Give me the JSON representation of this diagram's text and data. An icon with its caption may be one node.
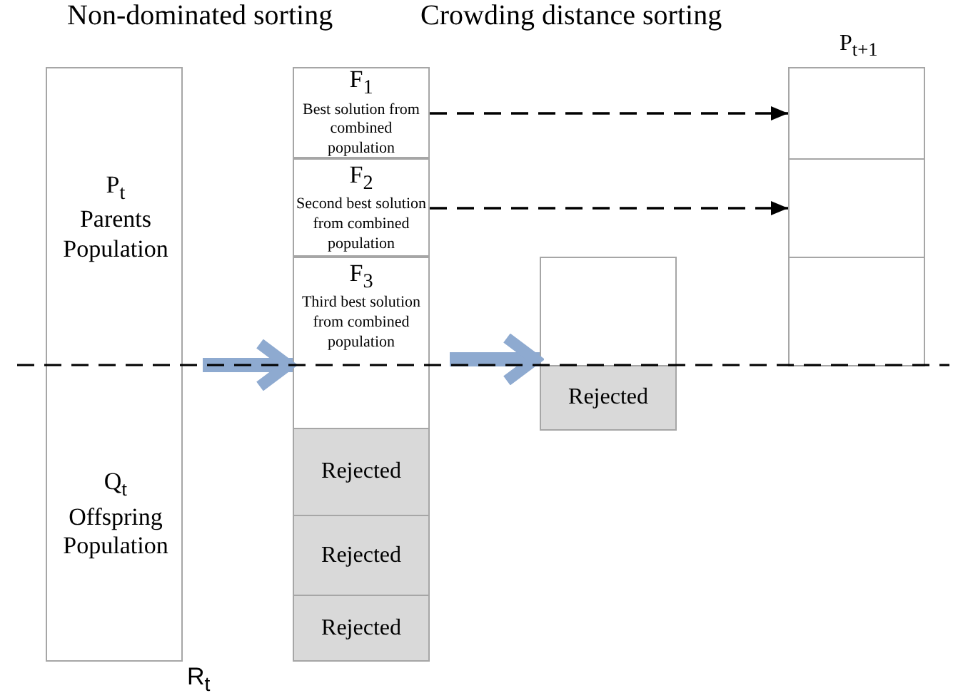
{
  "diagram": {
    "nodes": [
      {
        "text": [
          "R$_{t}$"
        ]
      },
      {
        "text": [
          "P$_{t}$",
          "Parents Population"
        ],
        "in": 0
      },
      {
        "text": [
          "Q$_{t}$",
          "Offspring Population"
        ],
        "in": 0
      },
      {
        "text": [
          "F$_{1}$",
          "Best solution from combined population"
        ]
      },
      {
        "text": [
          "F$_{2}$",
          "Second best solution from combined population"
        ]
      },
      {
        "text": [
          "F$_{3}$",
          "Third best solution from combined population"
        ]
      },
      {
        "text": [
          "Rejected"
        ]
      },
      {
        "text": [
          "Rejected"
        ]
      },
      {
        "text": [
          "Rejected"
        ]
      },
      {
        "text": [],
        "shape": "box"
      },
      {
        "text": [
          "Rejected"
        ]
      },
      {
        "text": [
          "P$_{t+1}$"
        ]
      },
      {
        "text": [],
        "shape": "box",
        "in": 11
      },
      {
        "text": [],
        "shape": "box",
        "in": 11
      },
      {
        "text": [],
        "shape": "box",
        "in": 11
      }
    ],
    "edges": [
      {
        "from": 3,
        "to": 12,
        "arrow": "to",
        "style": "dashed"
      },
      {
        "from": 4,
        "to": 13,
        "arrow": "to",
        "style": "dashed"
      },
      {
        "from": 0,
        "to": 5,
        "arrow": "to",
        "style": "thick",
        "color": "#8eaad0"
      },
      {
        "from": 5,
        "to": 9,
        "arrow": "to",
        "style": "thick",
        "color": "#8eaad0"
      }
    ],
    "labels": [
      "Non-dominated sorting",
      "Crowding distance sorting"
    ]
  }
}
